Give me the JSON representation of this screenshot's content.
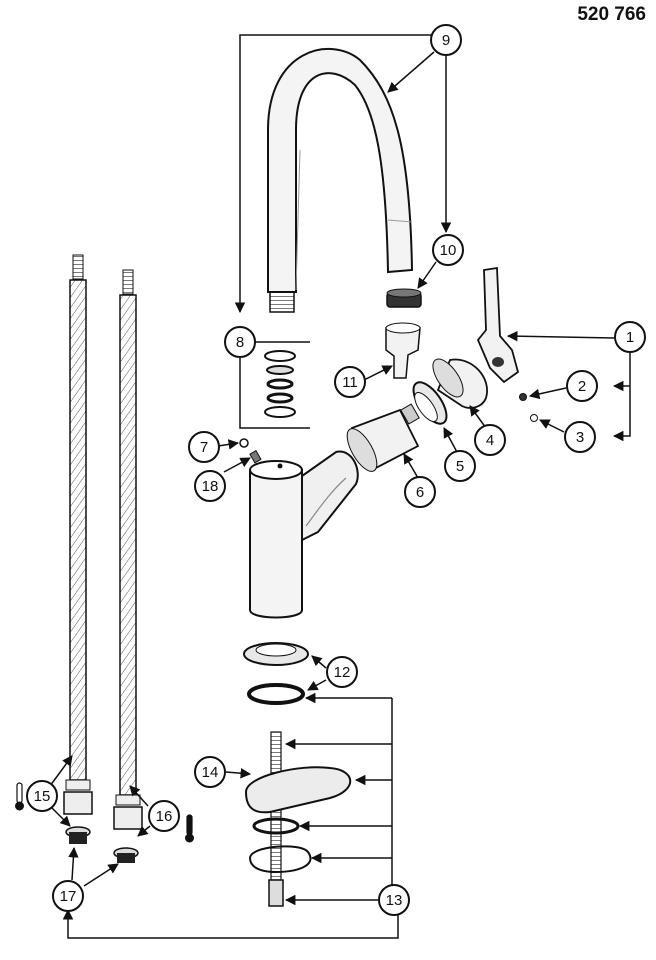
{
  "part_number": "520 766",
  "callouts": [
    "1",
    "2",
    "3",
    "4",
    "5",
    "6",
    "7",
    "8",
    "9",
    "10",
    "11",
    "12",
    "13",
    "14",
    "15",
    "16",
    "17",
    "18"
  ],
  "colors": {
    "line": "#111111",
    "part_fill": "#f2f2f2",
    "shade": "#c8c8c8",
    "dark": "#222222",
    "cold_indicator": "#111111"
  },
  "icons": [
    "thermometer-icon"
  ]
}
